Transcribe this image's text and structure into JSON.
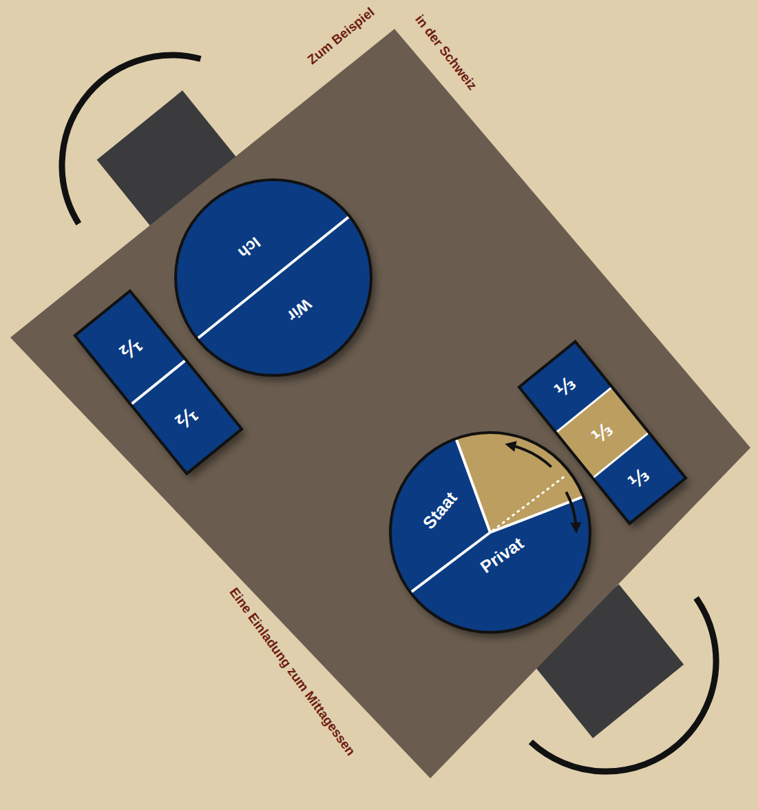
{
  "diagram": {
    "nodes": [
      {
        "text": [
          "Ich"
        ]
      },
      {
        "text": [
          "Wir"
        ]
      },
      {
        "text": [
          "½"
        ]
      },
      {
        "text": [
          "½"
        ]
      },
      {
        "text": [
          "⅓"
        ]
      },
      {
        "text": [
          "⅓"
        ]
      },
      {
        "text": [
          "⅓"
        ]
      },
      {
        "text": [
          "Staat"
        ]
      },
      {
        "text": [
          "Privat"
        ]
      }
    ],
    "labels": [
      "Zum Beispiel",
      "in der Schweiz",
      "Eine Einladung zum Mittagessen"
    ]
  }
}
